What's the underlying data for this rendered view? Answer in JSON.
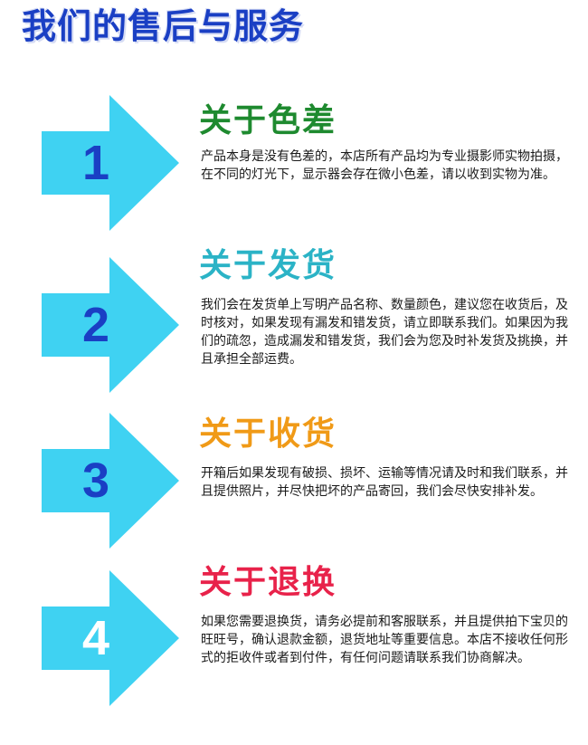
{
  "page": {
    "title": "我们的售后与服务"
  },
  "colors": {
    "title": "#1a3fc4",
    "arrow_fill": "#3fd2f2",
    "number_blue": "#1a3fc4",
    "number_white": "#ffffff"
  },
  "sections": [
    {
      "number": "1",
      "heading": "关于色差",
      "heading_color": "#1e8a2f",
      "number_color": "#1a3fc4",
      "body": "产品本身是没有色差的，本店所有产品均为专业摄影师实物拍摄，在不同的灯光下，显示器会存在微小色差，请以收到实物为准。"
    },
    {
      "number": "2",
      "heading": "关于发货",
      "heading_color": "#2bb3c6",
      "number_color": "#1a3fc4",
      "body": "我们会在发货单上写明产品名称、数量颜色，建议您在收货后，及时核对，如果发现有漏发和错发货，请立即联系我们。如果因为我们的疏忽，造成漏发和错发货，我们会为您及时补发货及挑换，并且承担全部运费。"
    },
    {
      "number": "3",
      "heading": "关于收货",
      "heading_color": "#f09a17",
      "number_color": "#1a3fc4",
      "body": "开箱后如果发现有破损、损坏、运输等情况请及时和我们联系，并且提供照片，并尽快把坏的产品寄回，我们会尽快安排补发。"
    },
    {
      "number": "4",
      "heading": "关于退换",
      "heading_color": "#e8224a",
      "number_color": "#ffffff",
      "body": "如果您需要退换货，请务必提前和客服联系，并且提供拍下宝贝的旺旺号，确认退款金额，退货地址等重要信息。本店不接收任何形式的拒收件或者到付件，有任何问题请联系我们协商解决。"
    }
  ]
}
